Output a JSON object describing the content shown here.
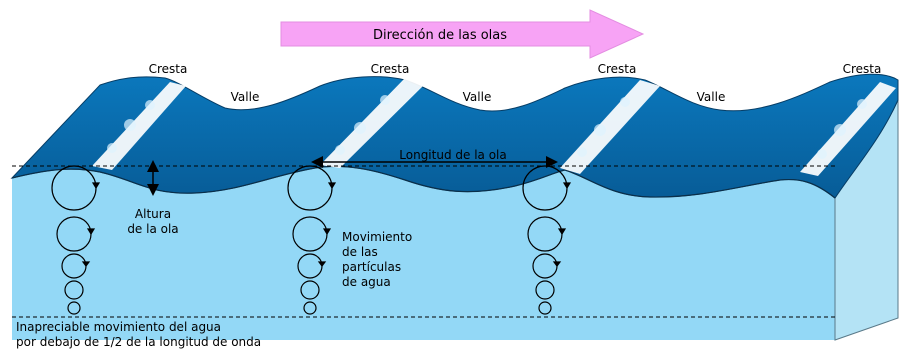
{
  "title": {
    "direction": "Dirección de las olas"
  },
  "labels": {
    "crest": [
      "Cresta",
      "Cresta",
      "Cresta",
      "Cresta"
    ],
    "trough": [
      "Valle",
      "Valle",
      "Valle"
    ],
    "wavelength": "Longitud de la ola",
    "height_line1": "Altura",
    "height_line2": "de la ola",
    "particles_line1": "Movimiento",
    "particles_line2": "de las",
    "particles_line3": "partículas",
    "particles_line4": "de agua",
    "negligible_line1": "Inapreciable movimiento del agua",
    "negligible_line2": "por debajo de 1/2 de la longitud de onda"
  },
  "colors": {
    "arrow_fill": "#f7a3f5",
    "wave_top": "#0a6cab",
    "wave_top_dark": "#085a93",
    "water_front": "#93d8f6",
    "water_side": "#b4e3f5",
    "foam": "#ffffff"
  }
}
